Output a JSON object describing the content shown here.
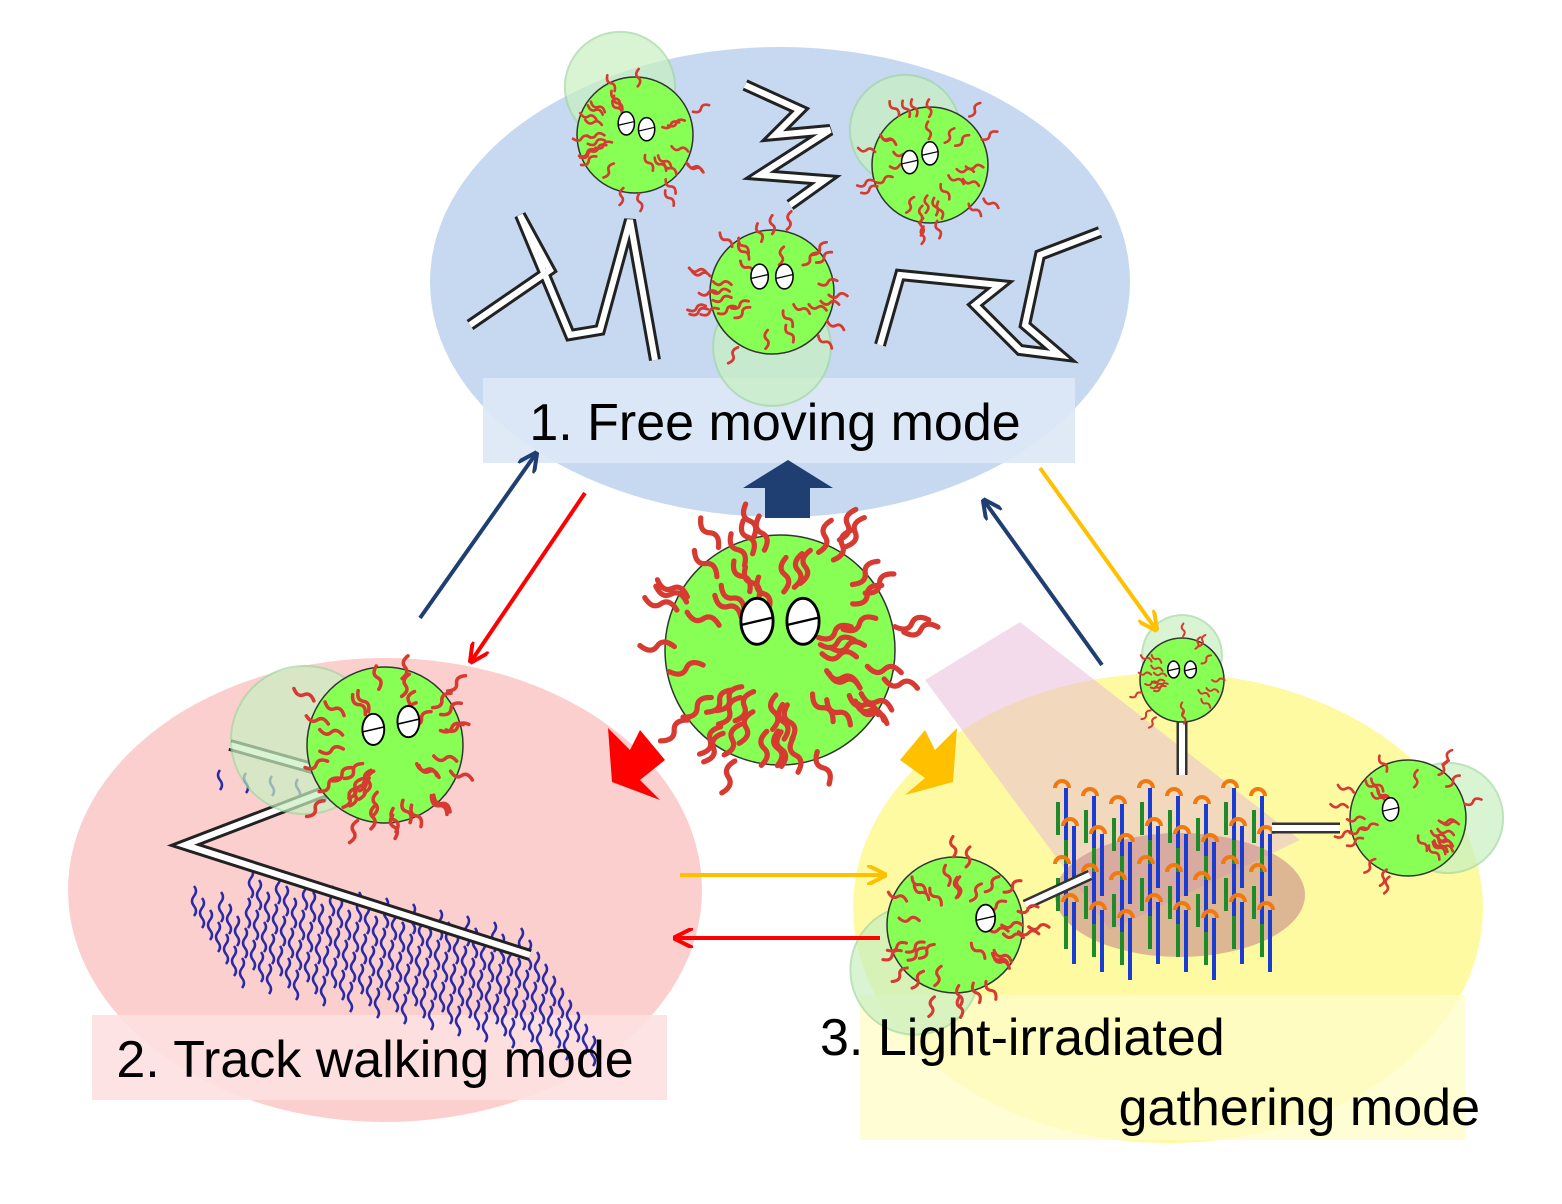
{
  "modes": {
    "free": {
      "label": "1. Free moving mode",
      "color": "#c6d9f1"
    },
    "track": {
      "label": "2. Track walking mode",
      "color": "#fccfcf"
    },
    "light": {
      "label_line1": "3. Light-irradiated",
      "label_line2": "gathering mode",
      "color": "#fdfaa2"
    }
  },
  "colors": {
    "transition_blue": "#1f3f73",
    "transition_red": "#ff0000",
    "transition_yellow": "#ffc000",
    "particle_body": "#88ff55",
    "particle_hair": "#d63a30",
    "track_dna": "#2a2aa8"
  },
  "icons": [
    "nanoparticle-icon",
    "random-walk-arrow-icon",
    "dna-track-icon",
    "dna-pillar-icon",
    "light-beam-icon"
  ]
}
